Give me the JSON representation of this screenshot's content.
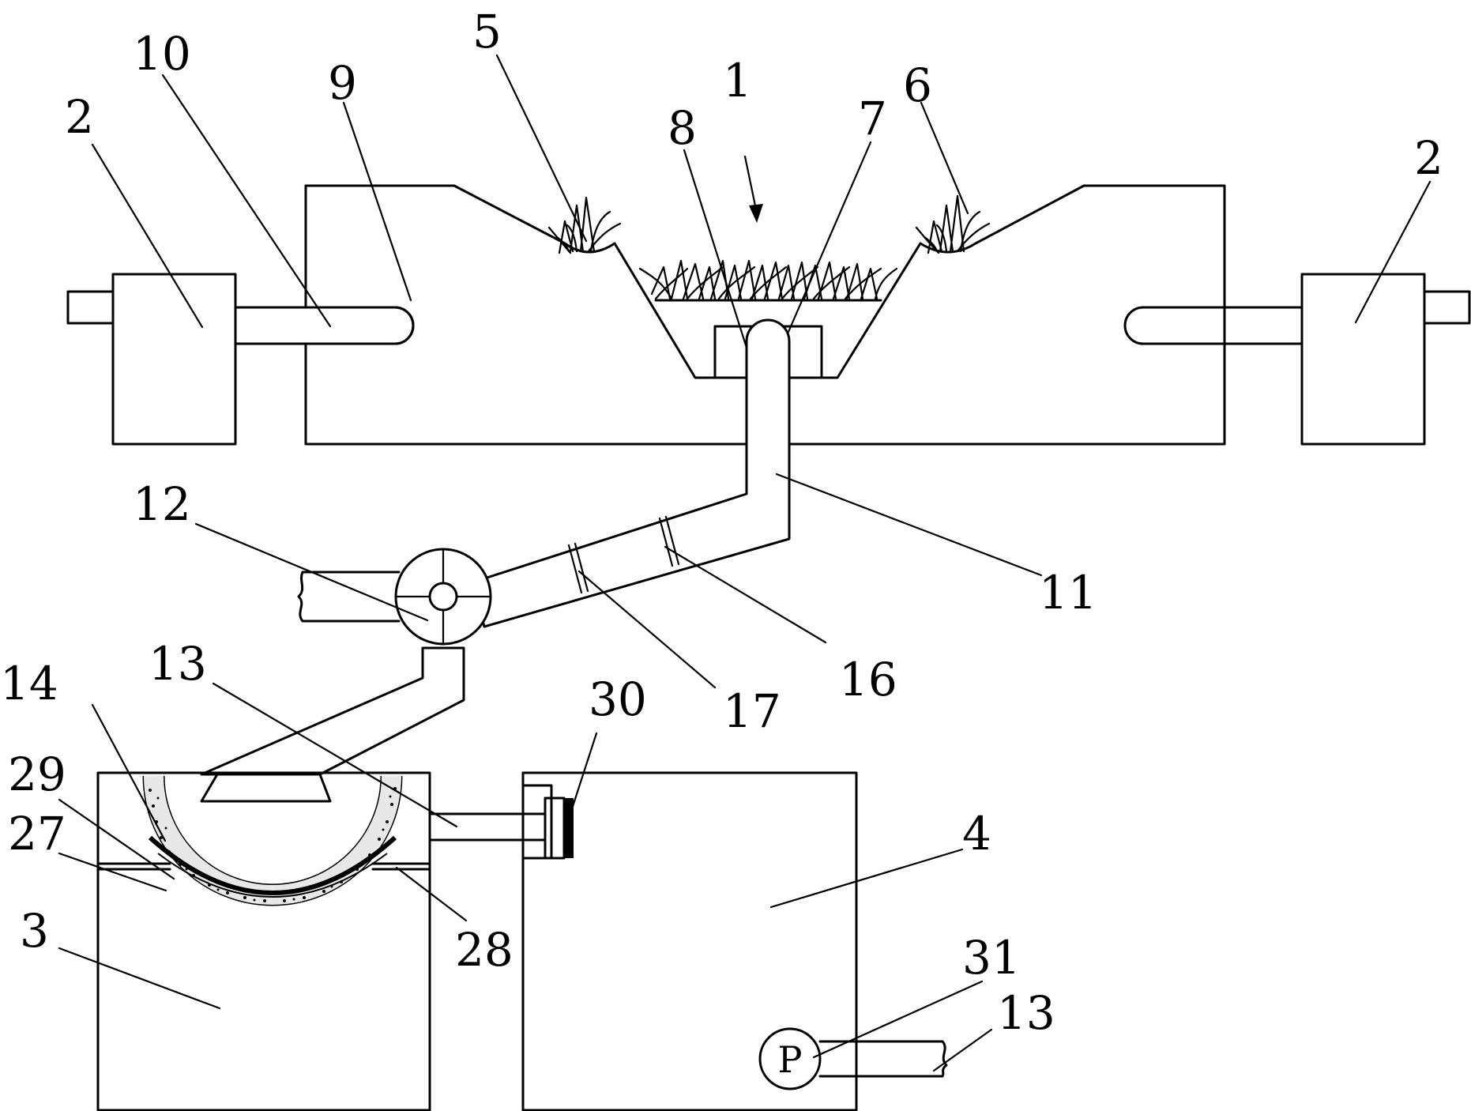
{
  "labels": {
    "n1": "1",
    "n2_left": "2",
    "n2_right": "2",
    "n3": "3",
    "n4": "4",
    "n5": "5",
    "n6": "6",
    "n7": "7",
    "n8": "8",
    "n9": "9",
    "n10": "10",
    "n11": "11",
    "n12": "12",
    "n13_top": "13",
    "n13_bottom": "13",
    "n14": "14",
    "n16": "16",
    "n17": "17",
    "n27": "27",
    "n28": "28",
    "n29": "29",
    "n30": "30",
    "n31": "31"
  },
  "pump_symbol": "P"
}
